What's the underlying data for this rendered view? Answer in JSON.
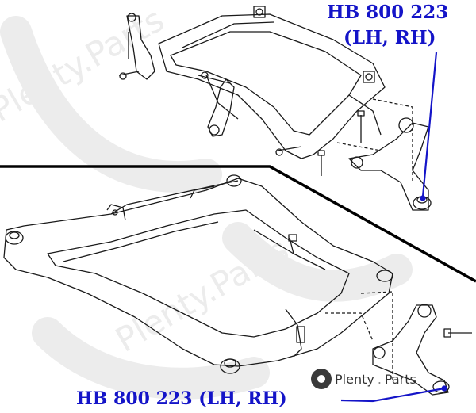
{
  "labels": {
    "top_line1": "HB 800 223",
    "top_line2": "(LH, RH)",
    "bottom": "HB 800 223 (LH, RH)"
  },
  "brand": {
    "name": "Plenty",
    "suffix": "Parts",
    "separator": "."
  },
  "watermark": {
    "text": "Plenty.Parts"
  },
  "colors": {
    "label": "#1414c8",
    "line": "#000000",
    "watermark": "#e6e6e6",
    "drawing": "#1a1a1a"
  },
  "icons": [
    "plenty-parts-logo-icon"
  ]
}
